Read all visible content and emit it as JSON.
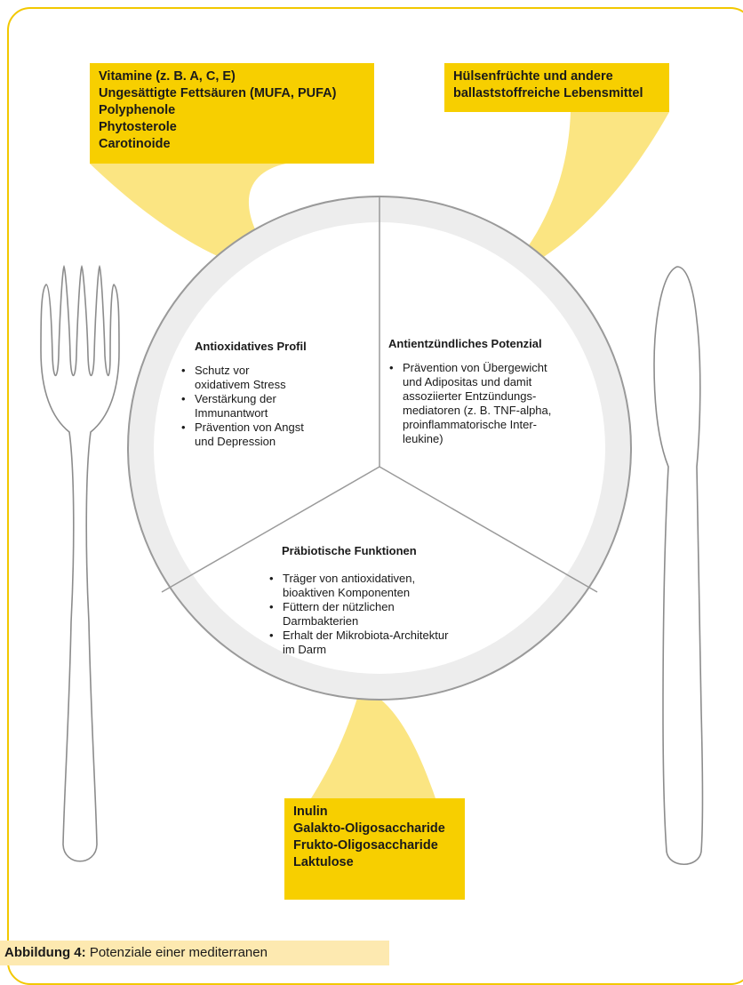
{
  "colors": {
    "frame": "#f2c800",
    "box_fill": "#f7cf00",
    "callout_fill": "#fbe582",
    "plate_ring": "#ededed",
    "plate_outline": "#9a9a9a",
    "cutlery_outline": "#8c8c8c",
    "caption_fill": "#fde9b0"
  },
  "boxes": {
    "left": {
      "lines": [
        "Vitamine (z. B. A, C, E)",
        "Ungesättigte Fettsäuren (MUFA, PUFA)",
        "Polyphenole",
        "Phytosterole",
        "Carotinoide"
      ]
    },
    "right": {
      "lines": [
        "Hülsenfrüchte und andere",
        "ballaststoffreiche Lebensmittel"
      ]
    },
    "bottom": {
      "lines": [
        "Inulin",
        "Galakto-Oligosaccharide",
        "Frukto-Oligosaccharide",
        "Laktulose"
      ]
    }
  },
  "segments": {
    "antioxidative": {
      "title": "Antioxidatives Profil",
      "items": [
        "Schutz vor\noxidativem Stress",
        "Verstärkung der\nImmunantwort",
        "Prävention von Angst\nund Depression"
      ]
    },
    "antiinflammatory": {
      "title": "Antientzündliches Potenzial",
      "items": [
        "Prävention von Übergewicht\nund Adipositas und damit\nassoziierter Entzündungs-\nmediatoren (z. B. TNF-alpha,\nproinflammatorische Inter-\nleukine)"
      ]
    },
    "prebiotic": {
      "title": "Präbiotische Funktionen",
      "items": [
        "Träger von antioxidativen,\nbioaktiven Komponenten",
        "Füttern der nützlichen\nDarmbakterien",
        "Erhalt der Mikrobiota-Architektur\nim Darm"
      ]
    }
  },
  "caption": {
    "label": "Abbildung 4:",
    "text": " Potenziale einer mediterranen"
  }
}
